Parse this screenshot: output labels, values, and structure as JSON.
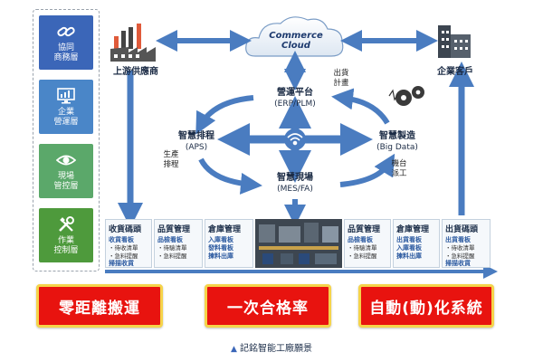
{
  "layers": [
    {
      "line1": "協同",
      "line2": "商務層",
      "icon": "chain-link-icon"
    },
    {
      "line1": "企業",
      "line2": "營運層",
      "icon": "monitor-chart-icon"
    },
    {
      "line1": "現場",
      "line2": "管控層",
      "icon": "eye-icon"
    },
    {
      "line1": "作業",
      "line2": "控制層",
      "icon": "tools-icon"
    }
  ],
  "supplier_label": "上游供應商",
  "customer_label": "企業客戶",
  "cloud": {
    "line1": "Commerce",
    "line2": "Cloud"
  },
  "erp": {
    "title": "營運平台",
    "sub": "(ERP/PLM)"
  },
  "aps": {
    "title": "智慧排程",
    "sub": "(APS)"
  },
  "bigdata": {
    "title": "智慧製造",
    "sub": "(Big Data)"
  },
  "mes": {
    "title": "智慧現場",
    "sub": "(MES/FA)"
  },
  "tags": {
    "shipping_plan": {
      "line1": "出貨",
      "line2": "計畫"
    },
    "production_schedule": {
      "line1": "生產",
      "line2": "排程"
    },
    "machine_dispatch": {
      "line1": "機台",
      "line2": "派工"
    }
  },
  "process_boxes": [
    {
      "title": "收貨碼頭",
      "items": [
        {
          "kind": "b",
          "text": "收貨看板"
        },
        {
          "kind": "s",
          "text": "・待收清單"
        },
        {
          "kind": "s",
          "text": "・急料提醒"
        },
        {
          "kind": "b",
          "text": "掃描收貨"
        }
      ]
    },
    {
      "title": "品質管理",
      "items": [
        {
          "kind": "b",
          "text": "品檢看板"
        },
        {
          "kind": "s",
          "text": "・待驗清單"
        },
        {
          "kind": "s",
          "text": "・急料提醒"
        }
      ]
    },
    {
      "title": "倉庫管理",
      "items": [
        {
          "kind": "b",
          "text": "入庫看板"
        },
        {
          "kind": "b",
          "text": "發料看板"
        },
        {
          "kind": "b",
          "text": "揀料出庫"
        }
      ]
    },
    {
      "title": "品質管理",
      "items": [
        {
          "kind": "b",
          "text": "品檢看板"
        },
        {
          "kind": "s",
          "text": "・待驗清單"
        },
        {
          "kind": "s",
          "text": "・急料提醒"
        }
      ]
    },
    {
      "title": "倉庫管理",
      "items": [
        {
          "kind": "b",
          "text": "出貨看板"
        },
        {
          "kind": "b",
          "text": "入庫看板"
        },
        {
          "kind": "b",
          "text": "揀料出庫"
        }
      ]
    },
    {
      "title": "出貨碼頭",
      "items": [
        {
          "kind": "b",
          "text": "出貨看板"
        },
        {
          "kind": "s",
          "text": "・待收清單"
        },
        {
          "kind": "s",
          "text": "・急料提醒"
        },
        {
          "kind": "b",
          "text": "掃描收貨"
        }
      ]
    }
  ],
  "banners": [
    "零距離搬運",
    "一次合格率",
    "自動(動)化系統"
  ],
  "caption": "記銘智能工廠願景",
  "colors": {
    "arrow": "#4a7cc0",
    "banner_red": "#e8130f",
    "banner_border": "#f5d44a"
  }
}
